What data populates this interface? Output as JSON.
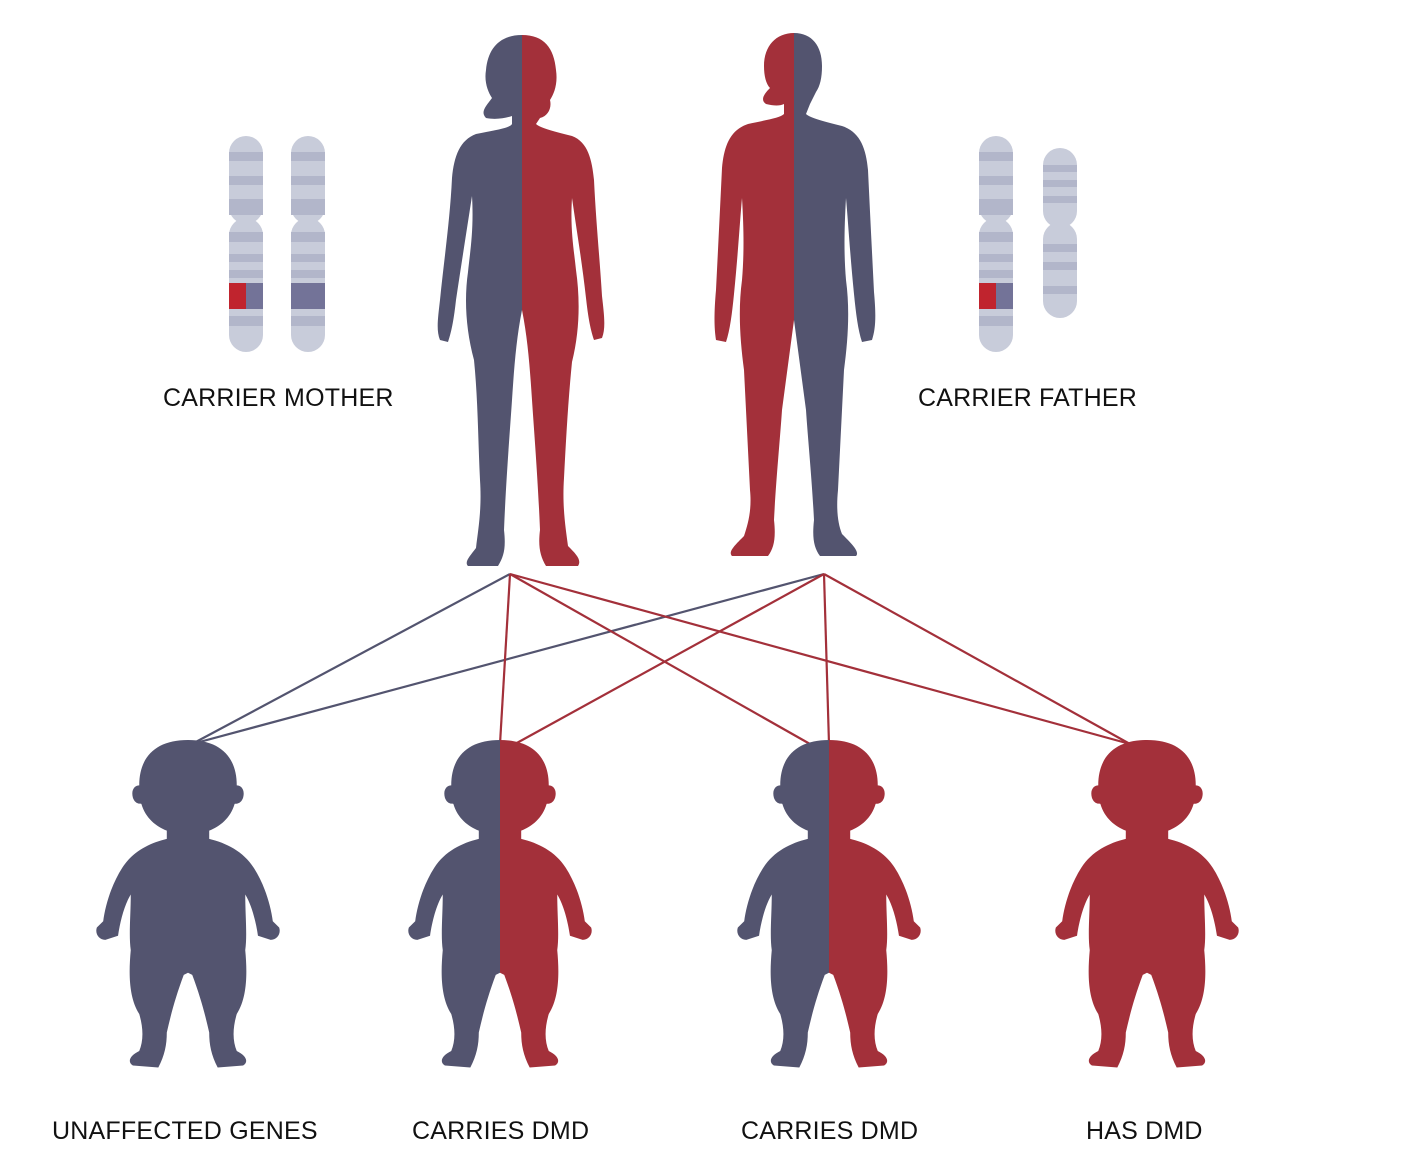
{
  "colors": {
    "unaffected": "#53546f",
    "affected": "#a3303a",
    "chromosome": "#c8ccda",
    "chromosome_band": "#b2b6ca",
    "gene_red": "#c0242e",
    "gene_blue": "#737398"
  },
  "parents": {
    "mother": {
      "label": "CARRIER MOTHER"
    },
    "father": {
      "label": "CARRIER FATHER"
    }
  },
  "children": [
    {
      "label": "UNAFFECTED GENES"
    },
    {
      "label": "CARRIES DMD"
    },
    {
      "label": "CARRIES DMD"
    },
    {
      "label": "HAS DMD"
    }
  ]
}
